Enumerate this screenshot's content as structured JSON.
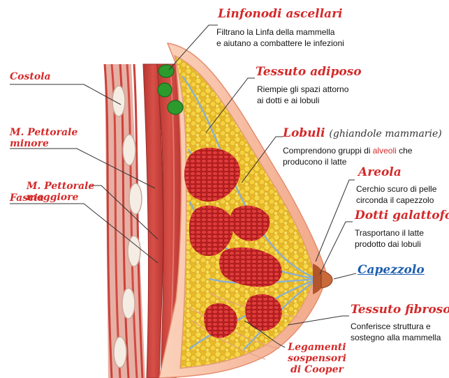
{
  "labels": {
    "linfonodi": {
      "title": "Linfonodi ascellari",
      "line1": "Filtrano la Linfa della mammella",
      "line2": "e aiutano a combattere le infezioni"
    },
    "tessuto_adiposo": {
      "title": "Tessuto adiposo",
      "line1": "Riempie gli spazi attorno",
      "line2": "ai dotti e ai lobuli"
    },
    "lobuli": {
      "title": "Lobuli",
      "subtitle": "(ghiandole mammarie)",
      "line1_pre": "Comprendono gruppi di ",
      "line1_hl": "alveoli",
      "line1_post": " che",
      "line2": "producono il latte"
    },
    "areola": {
      "title": "Areola",
      "line1": "Cerchio scuro di pelle",
      "line2": "circonda il capezzolo"
    },
    "dotti": {
      "title": "Dotti galattofori",
      "line1": "Trasportano il latte",
      "line2": "prodotto dai lobuli"
    },
    "capezzolo": {
      "title": "Capezzolo"
    },
    "tessuto_fibroso": {
      "title": "Tessuto fibroso",
      "line1": "Conferisce struttura e",
      "line2": "sostegno alla mammella"
    },
    "legamenti": {
      "line1": "Legamenti",
      "line2": "sospensori",
      "line3": "di Cooper"
    },
    "costola": {
      "title": "Costola"
    },
    "pettorale_minore": {
      "line1": "M. Pettorale",
      "line2": "minore"
    },
    "pettorale_maggiore": {
      "line1": "M. Pettorale",
      "line2": "maggiore"
    },
    "fascia": {
      "title": "Fascia"
    }
  },
  "colors": {
    "title_red": "#d42a2a",
    "link_blue": "#1f5fb0",
    "muscle": "#c9413b",
    "fat": "#f1cf3a",
    "lobule": "#cf2f2f",
    "duct": "#7fa9d6",
    "skin": "#f5b08f",
    "lymph_node": "#2c9a2c"
  }
}
